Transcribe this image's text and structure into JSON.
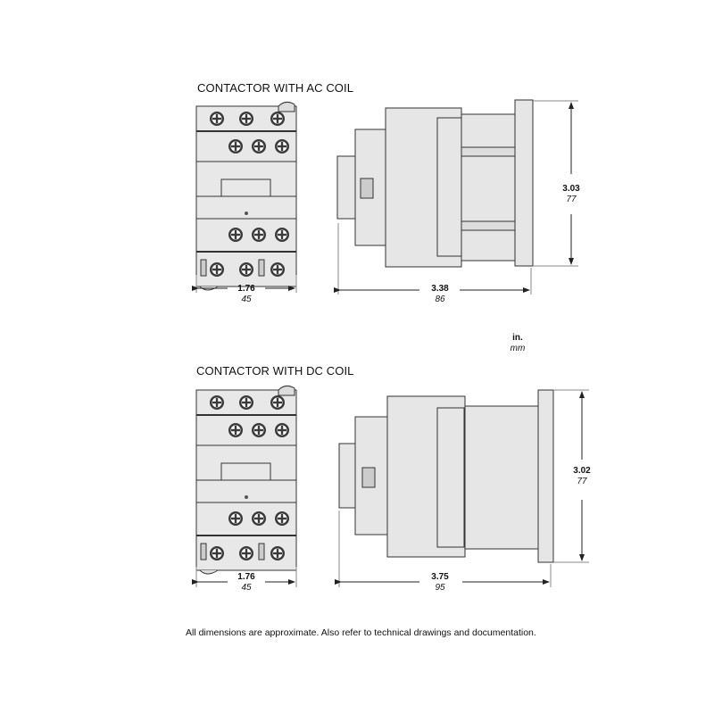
{
  "units": {
    "primary": "in.",
    "secondary": "mm"
  },
  "note": "All dimensions are approximate.  Also refer to technical drawings and documentation.",
  "drawings": [
    {
      "title": "CONTACTOR WITH AC COIL",
      "front_width": {
        "in": "1.76",
        "mm": "45"
      },
      "side_depth": {
        "in": "3.38",
        "mm": "86"
      },
      "height": {
        "in": "3.03",
        "mm": "77"
      }
    },
    {
      "title": "CONTACTOR WITH DC COIL",
      "front_width": {
        "in": "1.76",
        "mm": "45"
      },
      "side_depth": {
        "in": "3.75",
        "mm": "95"
      },
      "height": {
        "in": "3.02",
        "mm": "77"
      }
    }
  ],
  "colors": {
    "body": "#e6e6e6",
    "line": "#333333",
    "dim_line": "#888888"
  }
}
